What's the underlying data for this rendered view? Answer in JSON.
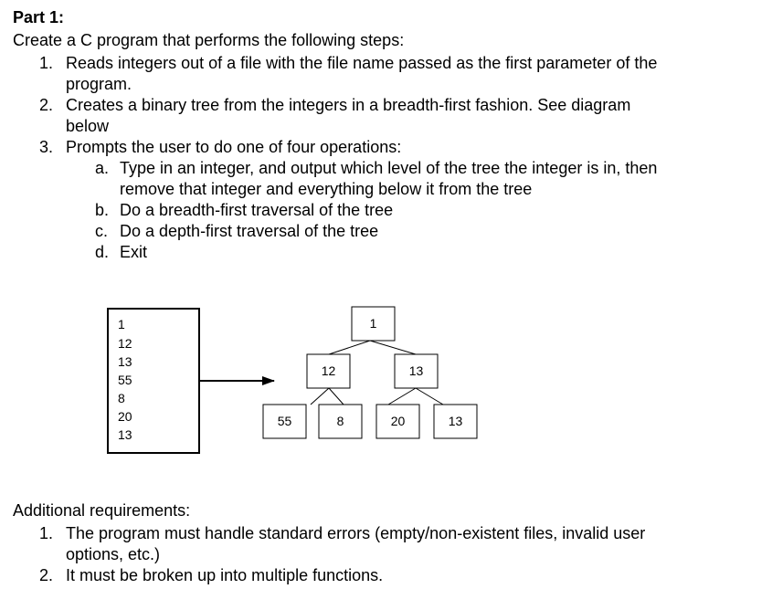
{
  "part_title": "Part 1:",
  "intro": "Create a C program that performs the following steps:",
  "steps": [
    {
      "num": "1.",
      "lines": [
        "Reads integers out of a file with the file name passed as the first parameter of the",
        "program."
      ]
    },
    {
      "num": "2.",
      "lines": [
        "Creates a binary tree from the integers in a breadth-first fashion.  See diagram",
        "below"
      ]
    },
    {
      "num": "3.",
      "lines": [
        "Prompts the user to do one of four operations:"
      ]
    }
  ],
  "sub_steps": [
    {
      "letter": "a.",
      "lines": [
        "Type in an integer, and output which level of the tree the integer is in, then",
        "remove that integer and everything below it from the tree"
      ]
    },
    {
      "letter": "b.",
      "lines": [
        "Do a breadth-first traversal of the tree"
      ]
    },
    {
      "letter": "c.",
      "lines": [
        "Do a depth-first traversal of the tree"
      ]
    },
    {
      "letter": "d.",
      "lines": [
        "Exit"
      ]
    }
  ],
  "diagram": {
    "file_values": [
      "1",
      "12",
      "13",
      "55",
      "8",
      "20",
      "13"
    ],
    "tree": {
      "root": "1",
      "level2": [
        "12",
        "13"
      ],
      "level3": [
        "55",
        "8",
        "20",
        "13"
      ]
    }
  },
  "additional_title": "Additional requirements:",
  "additional": [
    {
      "num": "1.",
      "lines": [
        "The program must handle standard errors (empty/non-existent files, invalid user",
        "options, etc.)"
      ]
    },
    {
      "num": "2.",
      "lines": [
        "It must be broken up into multiple functions."
      ]
    }
  ]
}
